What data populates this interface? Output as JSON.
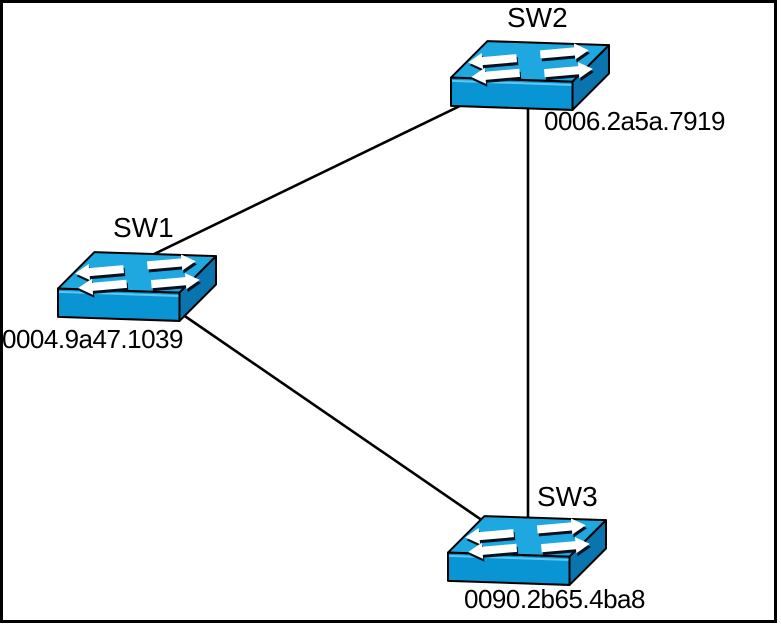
{
  "diagram_type": "network-topology",
  "nodes": [
    {
      "name": "SW1",
      "mac": "0004.9a47.1039"
    },
    {
      "name": "SW2",
      "mac": "0006.2a5a.7919"
    },
    {
      "name": "SW3",
      "mac": "0090.2b65.4ba8"
    }
  ],
  "links": [
    {
      "from": "SW1",
      "to": "SW2"
    },
    {
      "from": "SW2",
      "to": "SW3"
    },
    {
      "from": "SW1",
      "to": "SW3"
    }
  ],
  "colors": {
    "switch_top": "#1FA8E0",
    "switch_front": "#0994D4",
    "switch_side": "#0A74AE",
    "switch_highlight": "#5BC8EE",
    "arrow": "#FFFFFF",
    "arrow_shadow": "#03101E",
    "link": "#000000",
    "border": "#000000",
    "background": "#FFFFFF",
    "text": "#000000"
  }
}
